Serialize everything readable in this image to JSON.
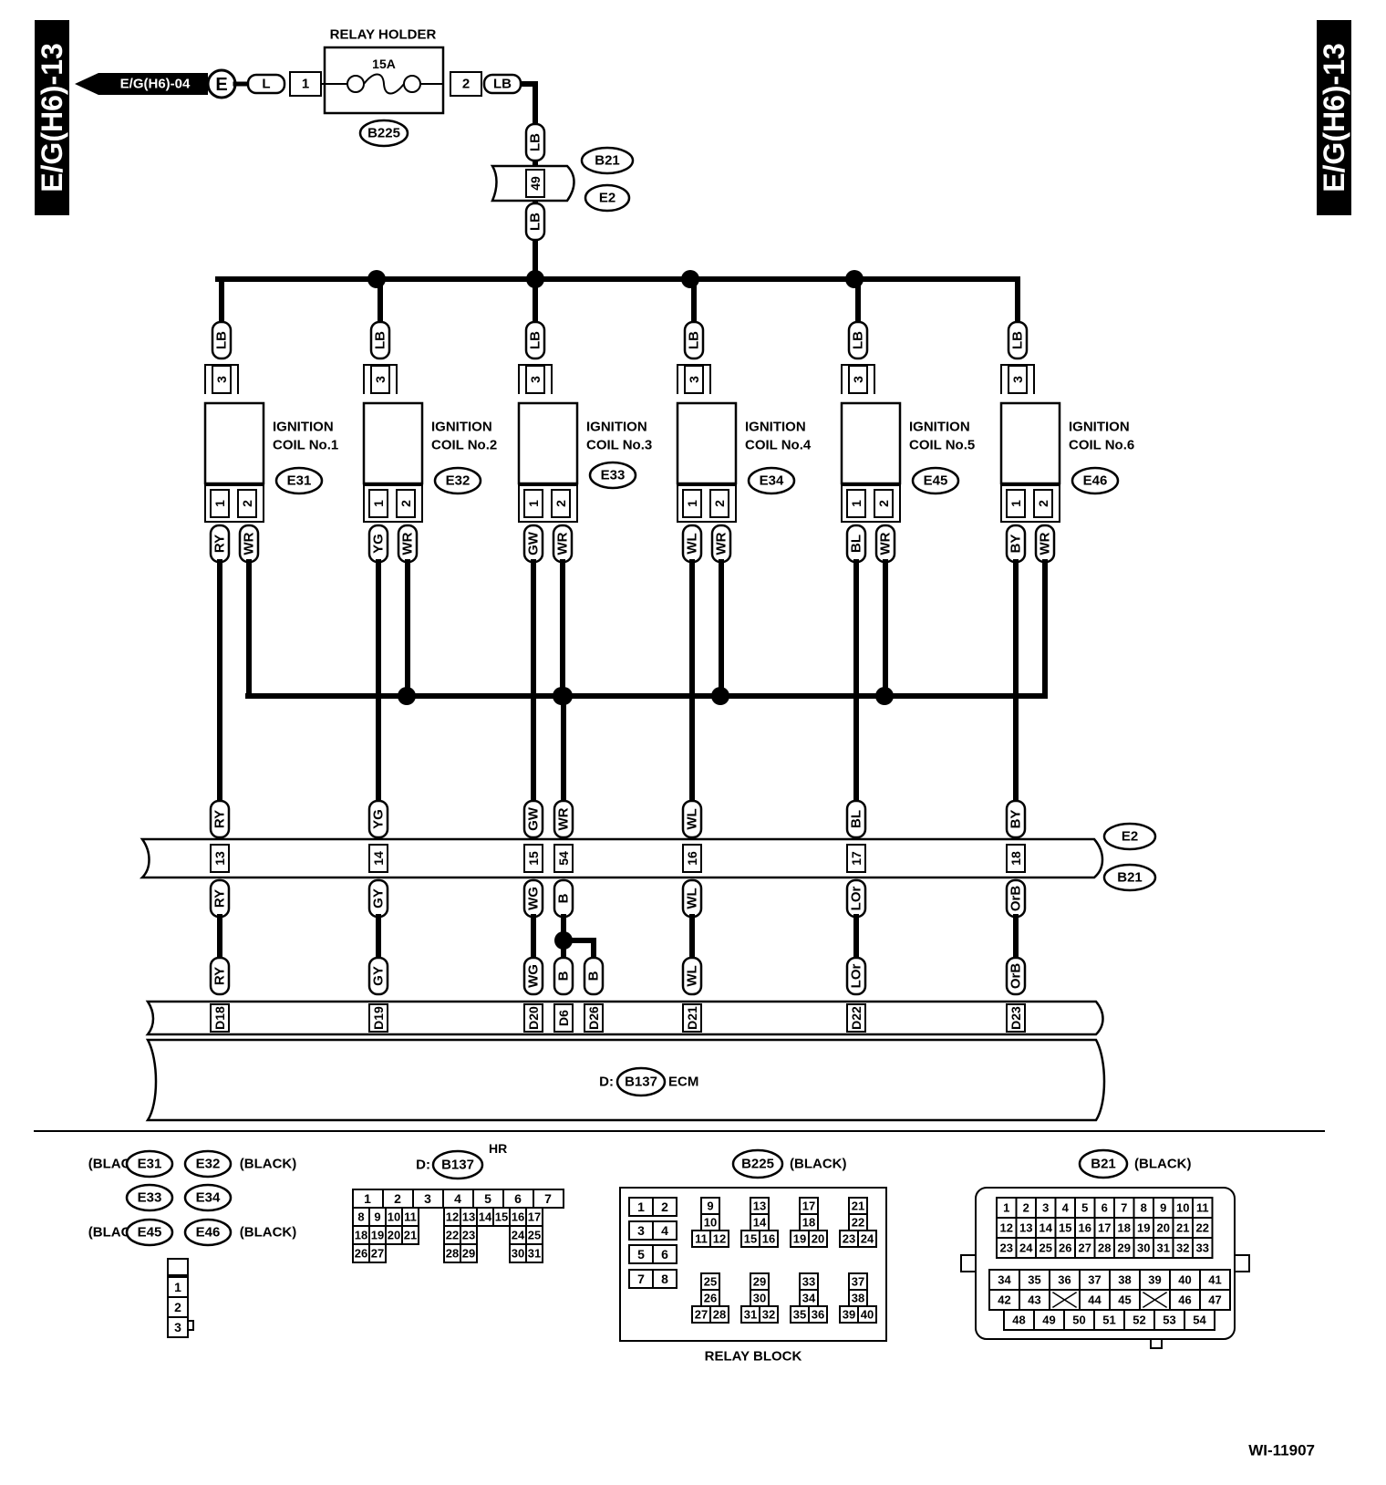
{
  "page_tabs": {
    "left": "E/G(H6)-13",
    "right": "E/G(H6)-13"
  },
  "figure_id": "WI-11907",
  "top_circuit": {
    "source_label": "E/G(H6)-04",
    "source_terminal": "E",
    "wire_in": "L",
    "relay_holder": {
      "title": "RELAY HOLDER",
      "fuse": "15A",
      "pin_in": "1",
      "pin_out": "2",
      "connector": "B225"
    },
    "wire_out": "LB",
    "harness_connector": {
      "pin": "49",
      "upper": "B21",
      "lower": "E2",
      "wire_top": "LB",
      "wire_bottom": "LB"
    }
  },
  "coils": [
    {
      "label1": "IGNITION",
      "label2": "COIL No.1",
      "connector": "E31",
      "pwr_pin": "3",
      "pwr_wire": "LB",
      "pin1": "1",
      "pin2": "2",
      "wire1": "RY",
      "wire2": "WR"
    },
    {
      "label1": "IGNITION",
      "label2": "COIL No.2",
      "connector": "E32",
      "pwr_pin": "3",
      "pwr_wire": "LB",
      "pin1": "1",
      "pin2": "2",
      "wire1": "YG",
      "wire2": "WR"
    },
    {
      "label1": "IGNITION",
      "label2": "COIL No.3",
      "connector": "E33",
      "pwr_pin": "3",
      "pwr_wire": "LB",
      "pin1": "1",
      "pin2": "2",
      "wire1": "GW",
      "wire2": "WR"
    },
    {
      "label1": "IGNITION",
      "label2": "COIL No.4",
      "connector": "E34",
      "pwr_pin": "3",
      "pwr_wire": "LB",
      "pin1": "1",
      "pin2": "2",
      "wire1": "WL",
      "wire2": "WR"
    },
    {
      "label1": "IGNITION",
      "label2": "COIL No.5",
      "connector": "E45",
      "pwr_pin": "3",
      "pwr_wire": "LB",
      "pin1": "1",
      "pin2": "2",
      "wire1": "BL",
      "wire2": "WR"
    },
    {
      "label1": "IGNITION",
      "label2": "COIL No.6",
      "connector": "E46",
      "pwr_pin": "3",
      "pwr_wire": "LB",
      "pin1": "1",
      "pin2": "2",
      "wire1": "BY",
      "wire2": "WR"
    }
  ],
  "harness": {
    "upper": "E2",
    "lower": "B21"
  },
  "harness_wires": [
    {
      "top": "RY",
      "pin": "13",
      "bottom": "RY"
    },
    {
      "top": "YG",
      "pin": "14",
      "bottom": "GY"
    },
    {
      "top": "GW",
      "pin": "15",
      "bottom": "WG"
    },
    {
      "top": "WR",
      "pin": "54",
      "bottom": "B"
    },
    {
      "top": "WL",
      "pin": "16",
      "bottom": "WL"
    },
    {
      "top": "BL",
      "pin": "17",
      "bottom": "LOr"
    },
    {
      "top": "BY",
      "pin": "18",
      "bottom": "OrB"
    }
  ],
  "ecm_wires": [
    {
      "wire": "RY",
      "pin": "D18"
    },
    {
      "wire": "GY",
      "pin": "D19"
    },
    {
      "wire": "WG",
      "pin": "D20"
    },
    {
      "wire": "B",
      "pin": "D6"
    },
    {
      "wire": "B",
      "pin": "D26"
    },
    {
      "wire": "WL",
      "pin": "D21"
    },
    {
      "wire": "LOr",
      "pin": "D22"
    },
    {
      "wire": "OrB",
      "pin": "D23"
    }
  ],
  "ecm": {
    "prefix": "D:",
    "connector": "B137",
    "name": "ECM"
  },
  "legend": {
    "coil_connectors": {
      "black_label": "(BLACK)",
      "row1": [
        "E31",
        "E32"
      ],
      "row2": [
        "E33",
        "E34"
      ],
      "row3": [
        "E45",
        "E46"
      ],
      "pins": [
        "1",
        "2",
        "3"
      ]
    },
    "b137": {
      "prefix": "D:",
      "connector": "B137",
      "suffix": "HR",
      "row1": [
        "1",
        "2",
        "3",
        "4",
        "5",
        "6",
        "7"
      ],
      "row2": [
        "8",
        "9",
        "10",
        "11",
        "12",
        "13",
        "14",
        "15",
        "16",
        "17"
      ],
      "row3": [
        "18",
        "19",
        "20",
        "21",
        "22",
        "23",
        "24",
        "25"
      ],
      "row4": [
        "26",
        "27",
        "28",
        "29",
        "30",
        "31"
      ]
    },
    "b225": {
      "connector": "B225",
      "color": "(BLACK)",
      "caption": "RELAY BLOCK",
      "cells": [
        "1",
        "2",
        "3",
        "4",
        "5",
        "6",
        "7",
        "8",
        "9",
        "10",
        "11",
        "12",
        "13",
        "14",
        "15",
        "16",
        "17",
        "18",
        "19",
        "20",
        "21",
        "22",
        "23",
        "24",
        "25",
        "26",
        "27",
        "28",
        "29",
        "30",
        "31",
        "32",
        "33",
        "34",
        "35",
        "36",
        "37",
        "38",
        "39",
        "40"
      ]
    },
    "b21": {
      "connector": "B21",
      "color": "(BLACK)",
      "row1": [
        "1",
        "2",
        "3",
        "4",
        "5",
        "6",
        "7",
        "8",
        "9",
        "10",
        "11"
      ],
      "row2": [
        "12",
        "13",
        "14",
        "15",
        "16",
        "17",
        "18",
        "19",
        "20",
        "21",
        "22"
      ],
      "row3": [
        "23",
        "24",
        "25",
        "26",
        "27",
        "28",
        "29",
        "30",
        "31",
        "32",
        "33"
      ],
      "row4": [
        "34",
        "35",
        "36",
        "37",
        "38",
        "39",
        "40",
        "41"
      ],
      "row5": [
        "42",
        "43",
        "",
        "44",
        "45",
        "",
        "46",
        "47"
      ],
      "row6": [
        "48",
        "49",
        "50",
        "51",
        "52",
        "53",
        "54"
      ]
    }
  }
}
